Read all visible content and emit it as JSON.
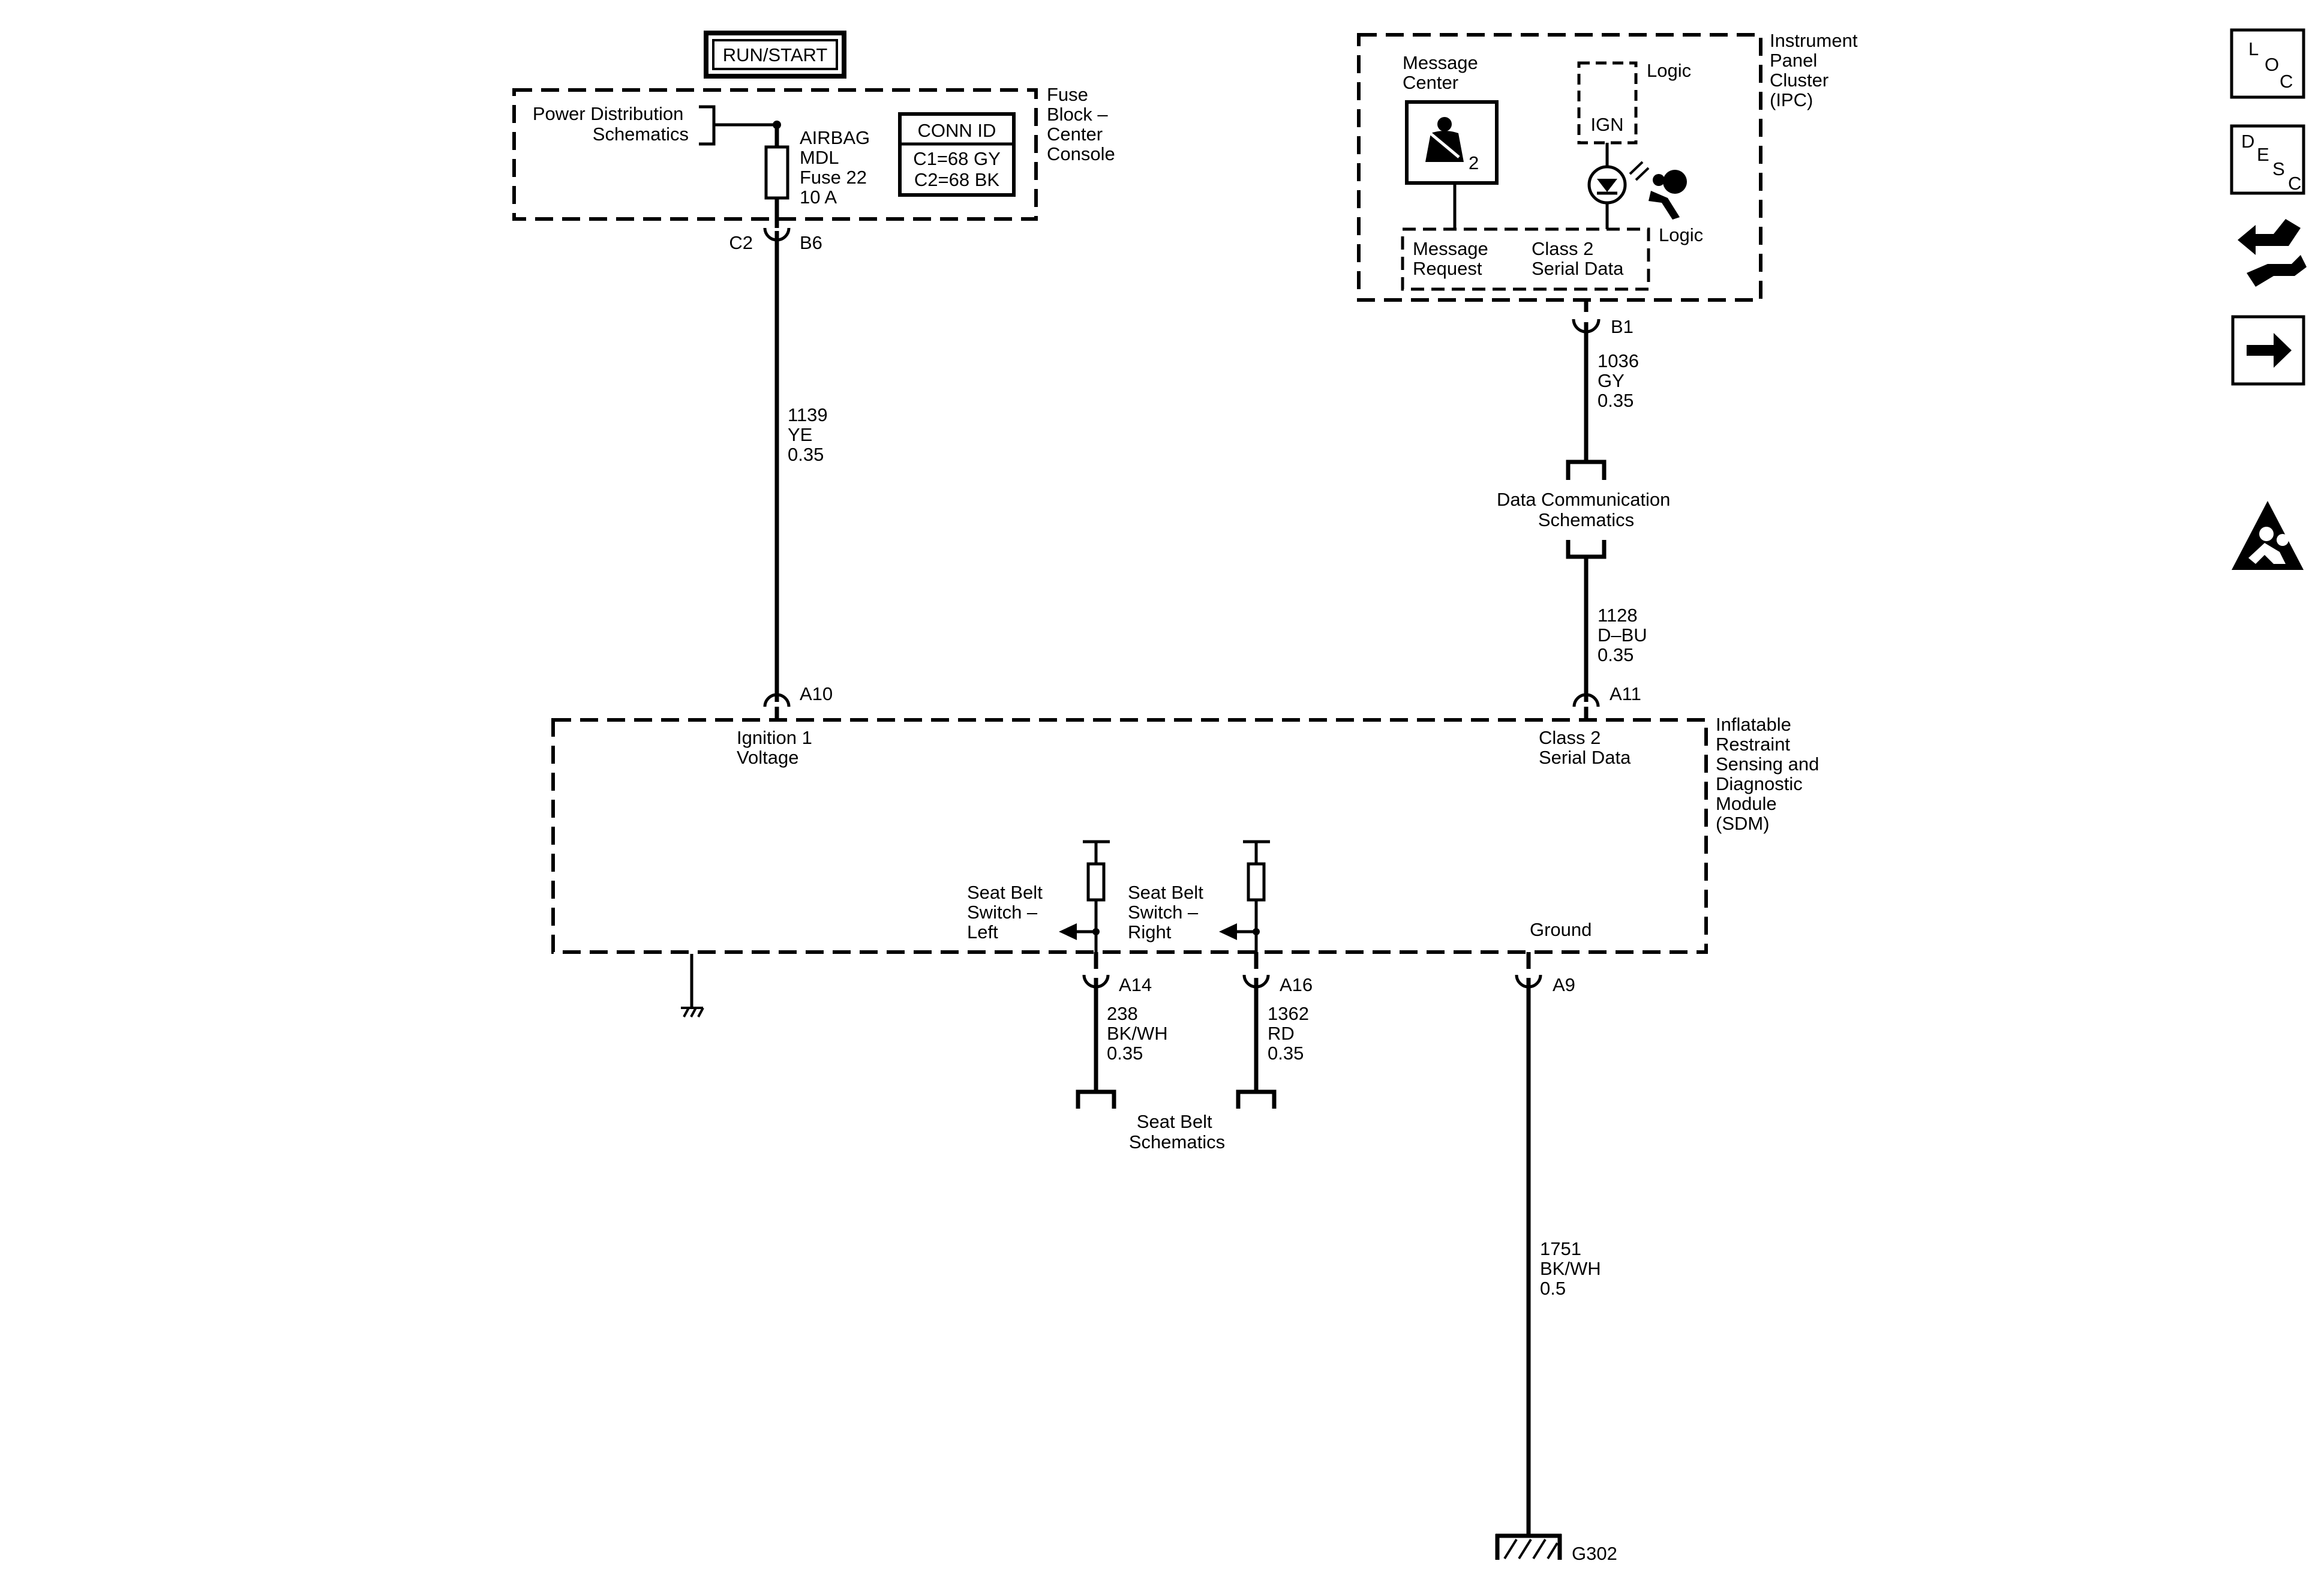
{
  "run_start": "RUN/START",
  "fuse_block": {
    "name": [
      "Fuse",
      "Block –",
      "Center",
      "Console"
    ],
    "power_dist": [
      "Power Distribution",
      "Schematics"
    ],
    "fuse": [
      "AIRBAG",
      "MDL",
      "Fuse 22",
      "10 A"
    ],
    "conn_id": {
      "title": "CONN ID",
      "c1": "C1=68 GY",
      "c2": "C2=68 BK"
    },
    "out_conn_left": "C2",
    "out_conn_right": "B6"
  },
  "wire_1139": [
    "1139",
    "YE",
    "0.35"
  ],
  "ipc": {
    "name": [
      "Instrument",
      "Panel",
      "Cluster",
      "(IPC)"
    ],
    "message_center": [
      "Message",
      "Center"
    ],
    "indicator_number": "2",
    "logic_top": "Logic",
    "ign": "IGN",
    "logic_bottom": "Logic",
    "message_request": [
      "Message",
      "Request"
    ],
    "class2": [
      "Class 2",
      "Serial Data"
    ],
    "conn": "B1"
  },
  "wire_1036": [
    "1036",
    "GY",
    "0.35"
  ],
  "data_comm": [
    "Data Communication",
    "Schematics"
  ],
  "wire_1128": [
    "1128",
    "D–BU",
    "0.35"
  ],
  "sdm": {
    "name": [
      "Inflatable",
      "Restraint",
      "Sensing and",
      "Diagnostic",
      "Module",
      "(SDM)"
    ],
    "conn_a10": "A10",
    "conn_a11": "A11",
    "ignition": [
      "Ignition 1",
      "Voltage"
    ],
    "class2": [
      "Class 2",
      "Serial Data"
    ],
    "sb_left": [
      "Seat Belt",
      "Switch –",
      "Left"
    ],
    "sb_right": [
      "Seat Belt",
      "Switch –",
      "Right"
    ],
    "ground": "Ground",
    "conn_a14": "A14",
    "conn_a16": "A16",
    "conn_a9": "A9"
  },
  "wire_238": [
    "238",
    "BK/WH",
    "0.35"
  ],
  "wire_1362": [
    "1362",
    "RD",
    "0.35"
  ],
  "seat_belt_schem": [
    "Seat Belt",
    "Schematics"
  ],
  "wire_1751": [
    "1751",
    "BK/WH",
    "0.5"
  ],
  "ground_g302": "G302",
  "side_icons": {
    "loc": [
      "L",
      "O",
      "C"
    ],
    "desc": [
      "D",
      "E",
      "S",
      "C"
    ]
  }
}
